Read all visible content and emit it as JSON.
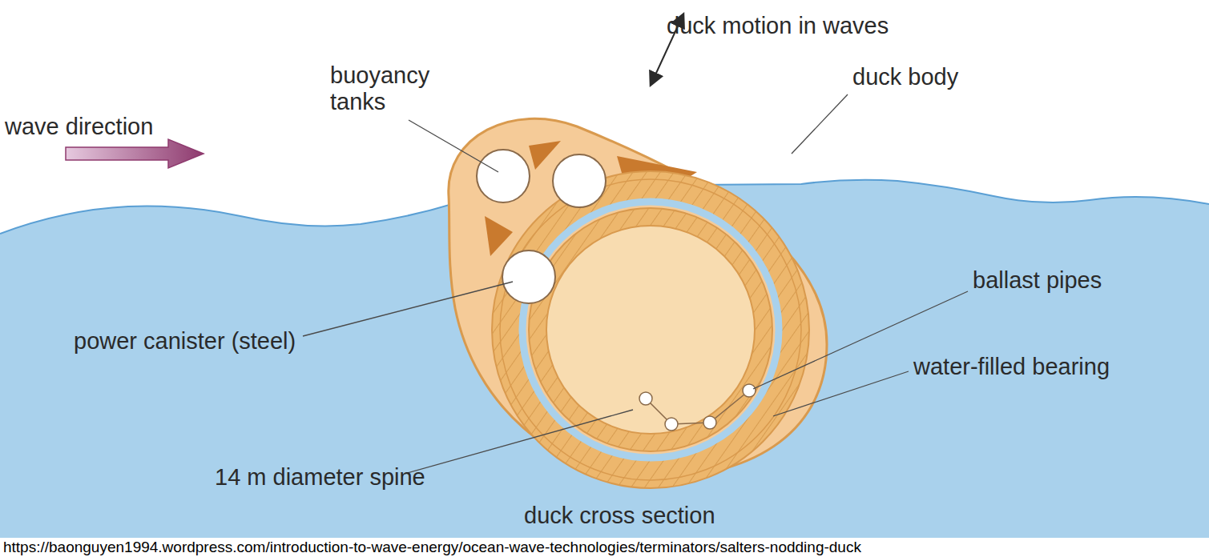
{
  "diagram": {
    "caption": "duck cross section",
    "labels": [
      "wave direction",
      "buoyancy tanks",
      "duck motion in waves",
      "duck body",
      "power canister (steel)",
      "ballast pipes",
      "water-filled bearing",
      "14 m diameter spine",
      "https://baonguyen1994.wordpress.com/introduction-to-wave-energy/ocean-wave-technologies/terminators/salters-nodding-duck"
    ]
  }
}
